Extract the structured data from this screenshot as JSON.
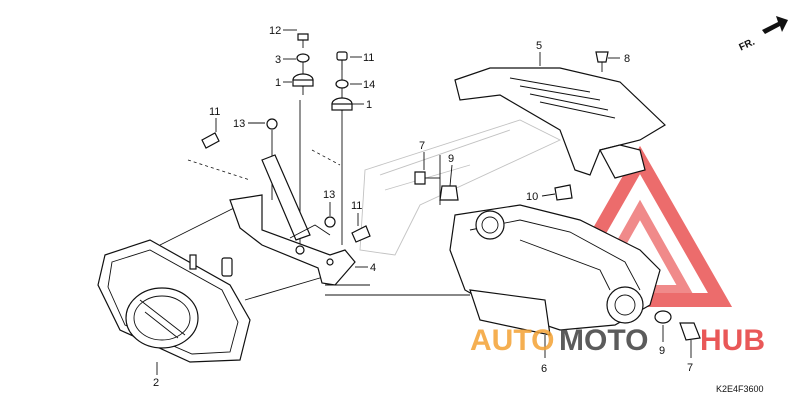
{
  "callouts": [
    "1",
    "1",
    "2",
    "3",
    "4",
    "5",
    "6",
    "7",
    "7",
    "8",
    "9",
    "9",
    "10",
    "11",
    "11",
    "11",
    "12",
    "13",
    "13",
    "14"
  ],
  "diagram_code": "K2E4F3600",
  "direction_label": "FR.",
  "watermark": {
    "part_a": "AUTO",
    "part_b": "MOTO",
    "part_c": "HUB"
  },
  "colors": {
    "watermark_orange": "#f4a233",
    "watermark_gray": "#3f3f3f",
    "watermark_red": "#e63c3c"
  },
  "icons": {
    "direction_arrow": "fr-arrow-icon",
    "watermark_logo": "triangle-logo-icon"
  }
}
